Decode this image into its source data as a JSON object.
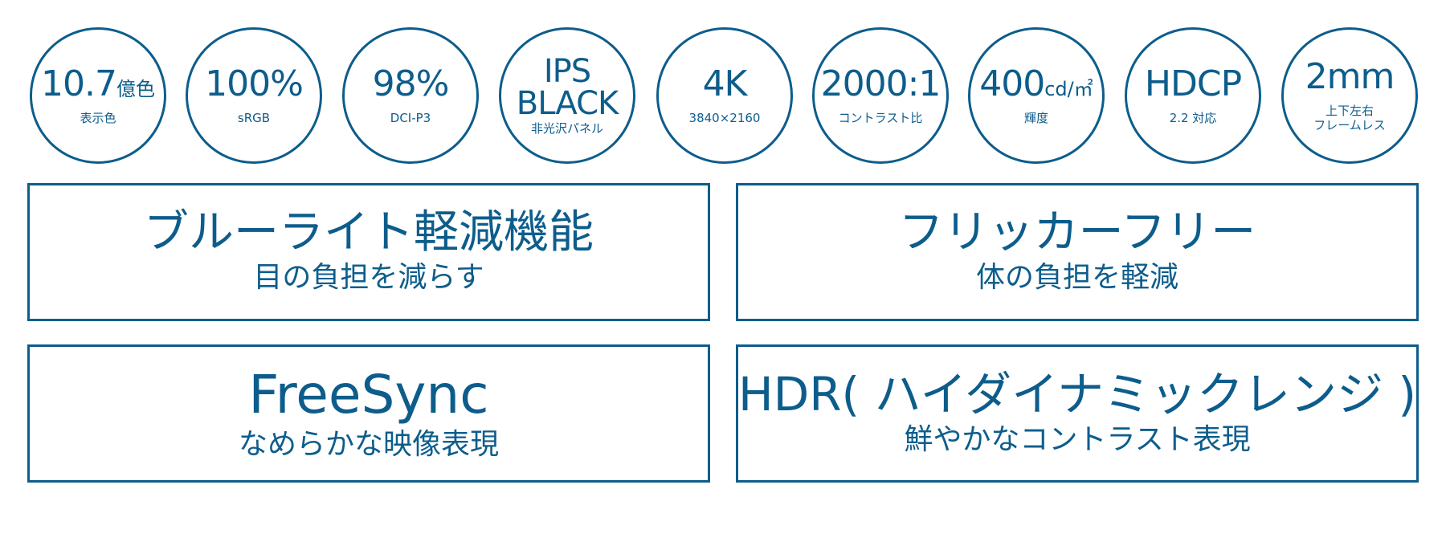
{
  "accent_color": "#0d5d8c",
  "badges": [
    {
      "main": "10.7",
      "unit": "億色",
      "sub": "表示色"
    },
    {
      "main": "100%",
      "unit": "",
      "sub": "sRGB"
    },
    {
      "main": "98%",
      "unit": "",
      "sub": "DCI-P3"
    },
    {
      "main": "IPS",
      "main2": "BLACK",
      "unit": "",
      "sub": "非光沢パネル"
    },
    {
      "main": "4K",
      "unit": "",
      "sub": "3840×2160"
    },
    {
      "main": "2000:1",
      "unit": "",
      "sub": "コントラスト比"
    },
    {
      "main": "400",
      "unit": "cd/㎡",
      "sub": "輝度"
    },
    {
      "main": "HDCP",
      "unit": "",
      "sub": "2.2 対応"
    },
    {
      "main": "2mm",
      "unit": "",
      "sub": "上下左右\nフレームレス"
    }
  ],
  "features": [
    {
      "title": "ブルーライト軽減機能",
      "sub": "目の負担を減らす"
    },
    {
      "title": "フリッカーフリー",
      "sub": "体の負担を軽減"
    },
    {
      "title": "FreeSync",
      "sub": "なめらかな映像表現"
    },
    {
      "title": "HDR( ハイダイナミックレンジ )",
      "sub": "鮮やかなコントラスト表現"
    }
  ]
}
